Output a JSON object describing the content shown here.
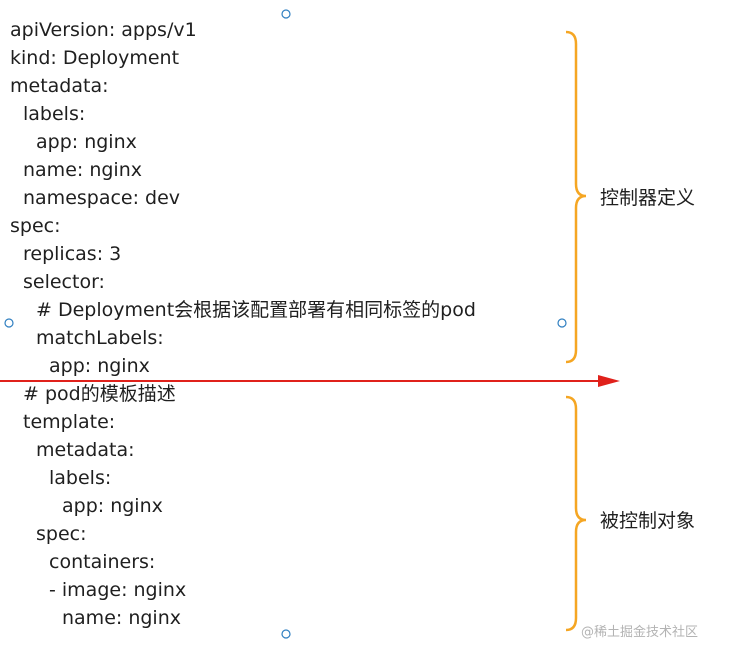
{
  "code_lines": [
    {
      "text": "apiVersion: apps/v1",
      "indent": 0
    },
    {
      "text": "kind: Deployment",
      "indent": 0
    },
    {
      "text": "metadata:",
      "indent": 0
    },
    {
      "text": "labels:",
      "indent": 1
    },
    {
      "text": "app: nginx",
      "indent": 2
    },
    {
      "text": "name: nginx",
      "indent": 1
    },
    {
      "text": "namespace: dev",
      "indent": 1
    },
    {
      "text": "spec:",
      "indent": 0
    },
    {
      "text": "replicas: 3",
      "indent": 1
    },
    {
      "text": "selector:",
      "indent": 1
    },
    {
      "text": "# Deployment会根据该配置部署有相同标签的pod",
      "indent": 2
    },
    {
      "text": "matchLabels:",
      "indent": 2
    },
    {
      "text": "app: nginx",
      "indent": 3
    },
    {
      "text": "# pod的模板描述",
      "indent": 1
    },
    {
      "text": "template:",
      "indent": 1
    },
    {
      "text": "metadata:",
      "indent": 2
    },
    {
      "text": "labels:",
      "indent": 3
    },
    {
      "text": "app: nginx",
      "indent": 4
    },
    {
      "text": "spec:",
      "indent": 2
    },
    {
      "text": "containers:",
      "indent": 3
    },
    {
      "text": "- image: nginx",
      "indent": 3
    },
    {
      "text": "name: nginx",
      "indent": 4
    }
  ],
  "annotations": {
    "controller_definition": "控制器定义",
    "controlled_object": "被控制对象"
  },
  "watermark": "@稀土掘金技术社区",
  "colors": {
    "brace": "#f5a623",
    "arrow": "#e0211b",
    "handle": "#2f7fc1",
    "text": "#1f1f1f"
  }
}
